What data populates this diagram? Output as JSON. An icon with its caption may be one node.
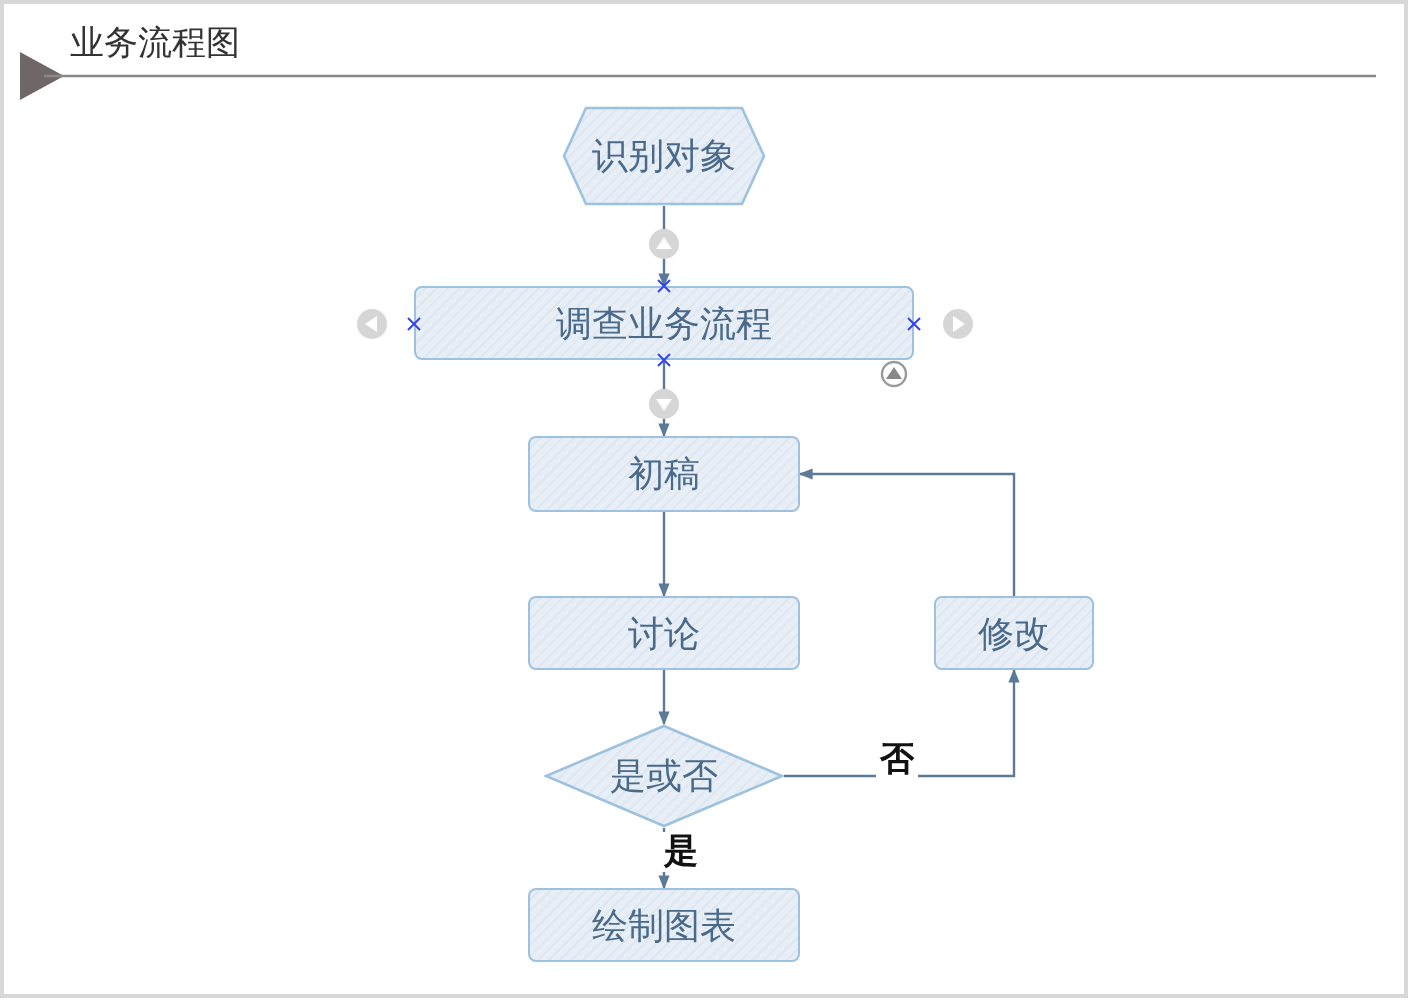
{
  "diagram": {
    "title": "业务流程图",
    "nodes": [
      {
        "text": [
          "识别对象"
        ]
      },
      {
        "text": [
          "调查业务流程"
        ]
      },
      {
        "text": [
          "初稿"
        ]
      },
      {
        "text": [
          "讨论"
        ]
      },
      {
        "text": [
          "是或否"
        ]
      },
      {
        "text": [
          "绘制图表"
        ]
      },
      {
        "text": [
          "修改"
        ]
      }
    ],
    "edges": [
      {
        "from": 0,
        "to": 1,
        "arrow": "to"
      },
      {
        "from": 1,
        "to": 2,
        "arrow": "to"
      },
      {
        "from": 2,
        "to": 3,
        "arrow": "to"
      },
      {
        "from": 3,
        "to": 4,
        "arrow": "to"
      },
      {
        "from": 4,
        "to": 5,
        "arrow": "to",
        "label": "是"
      },
      {
        "from": 4,
        "to": 6,
        "arrow": "to",
        "label": "否"
      },
      {
        "from": 6,
        "to": 2,
        "arrow": "to"
      }
    ]
  }
}
